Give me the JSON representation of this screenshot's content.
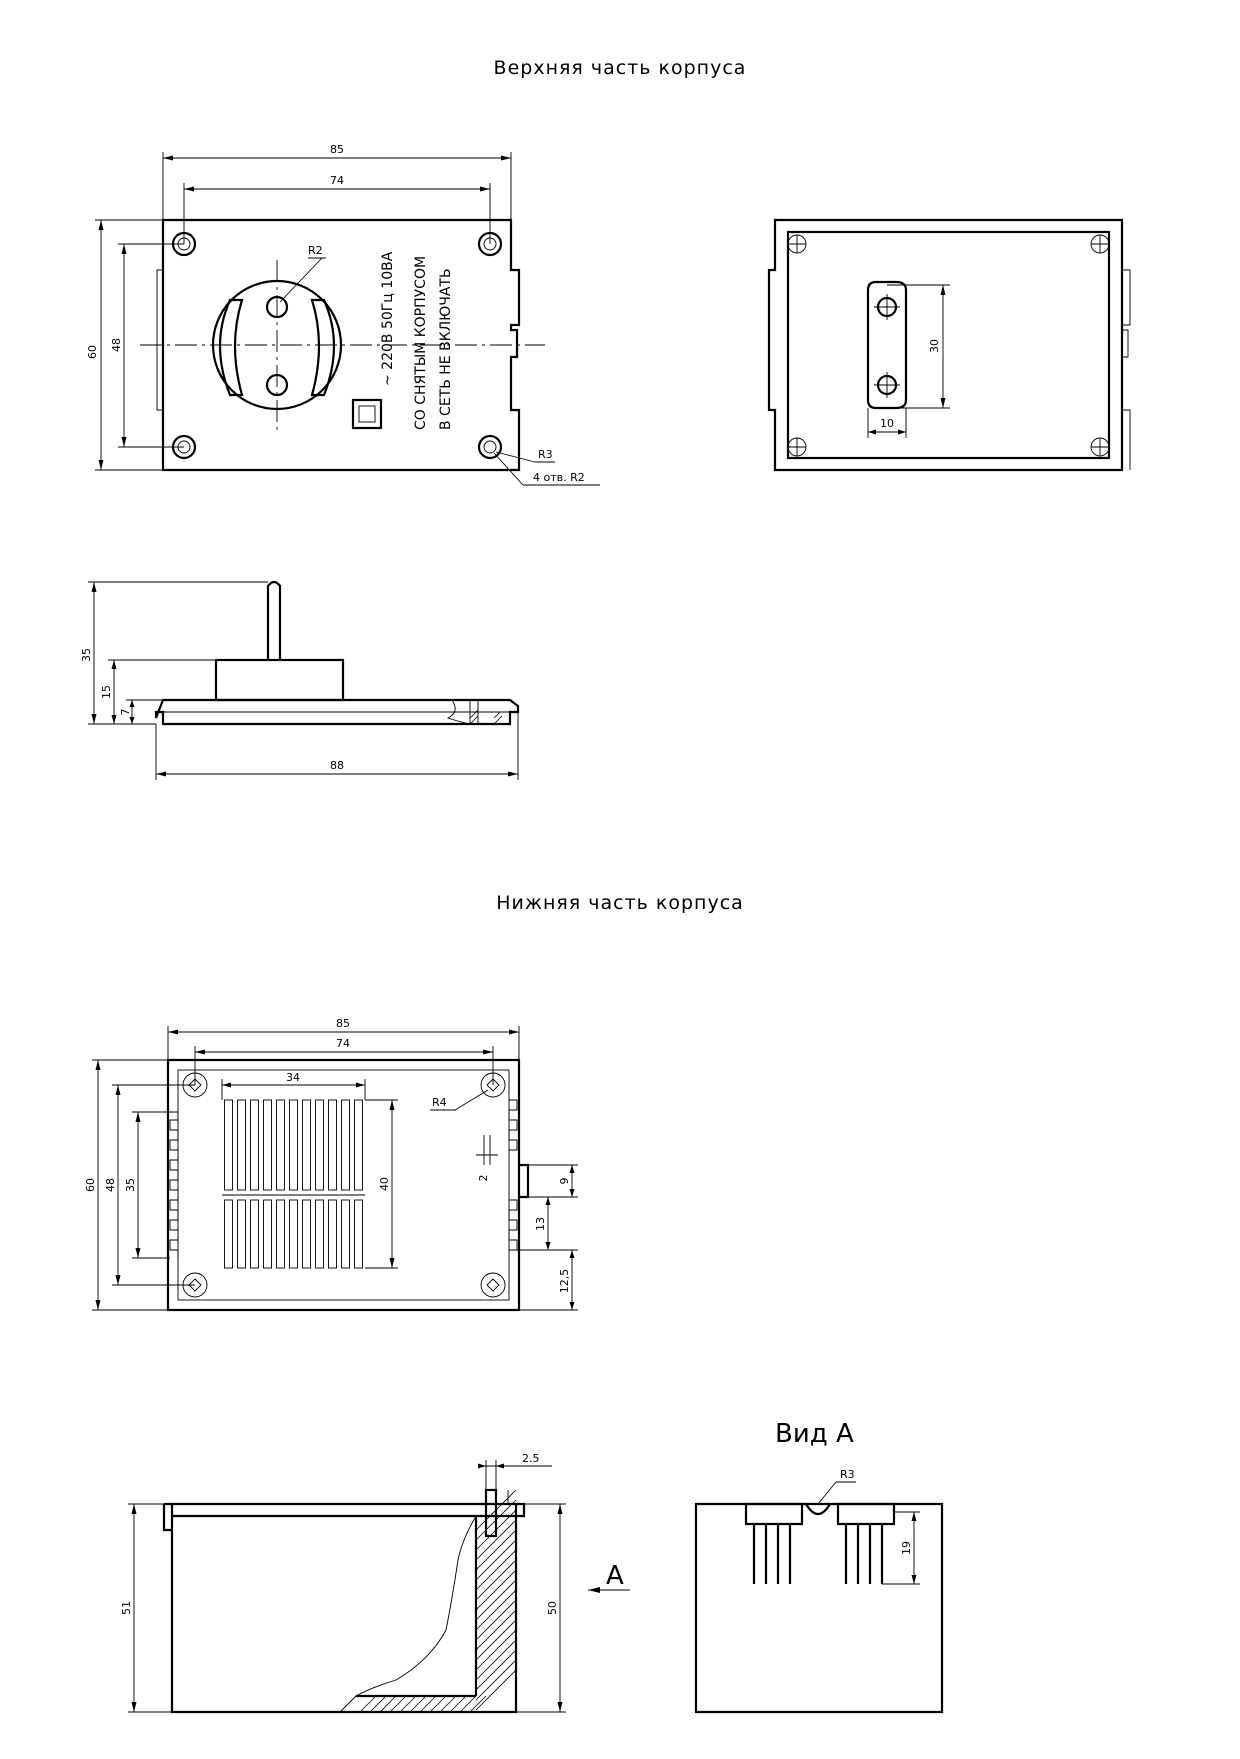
{
  "titles": {
    "top_part": "Верхняя часть корпуса",
    "bottom_part": "Нижняя часть корпуса",
    "view_a": "Вид А",
    "arrow_a": "А"
  },
  "top_front": {
    "dim_width_outer": "85",
    "dim_width_holes": "74",
    "dim_height_outer": "60",
    "dim_height_holes": "48",
    "radius_socket": "R2",
    "radius_hole": "R3",
    "holes_note": "4 отв. R2",
    "label_voltage": "~ 220В  50Гц 10ВА",
    "label_warning_1": "СО СНЯТЫМ КОРПУСОМ",
    "label_warning_2": "В СЕТЬ НЕ ВКЛЮЧАТЬ"
  },
  "top_back": {
    "dim_pin_spacing": "30",
    "dim_pin_width": "10"
  },
  "top_side": {
    "dim_total_height": "35",
    "dim_socket_height": "15",
    "dim_base_height": "7",
    "dim_length": "88"
  },
  "bottom_plan": {
    "dim_width_outer": "85",
    "dim_width_holes": "74",
    "dim_grille_width": "34",
    "dim_height_outer": "60",
    "dim_height_holes": "48",
    "dim_inner": "35",
    "dim_grille_height": "40",
    "radius_corner": "R4",
    "dim_slot": "2",
    "dim_window": "9",
    "dim_window_offset": "13",
    "dim_bottom_offset": "12,5"
  },
  "bottom_section": {
    "dim_wall": "2.5",
    "dim_outer_height": "51",
    "dim_inner_height": "50"
  },
  "view_a_data": {
    "radius": "R3",
    "dim_pins": "19"
  }
}
